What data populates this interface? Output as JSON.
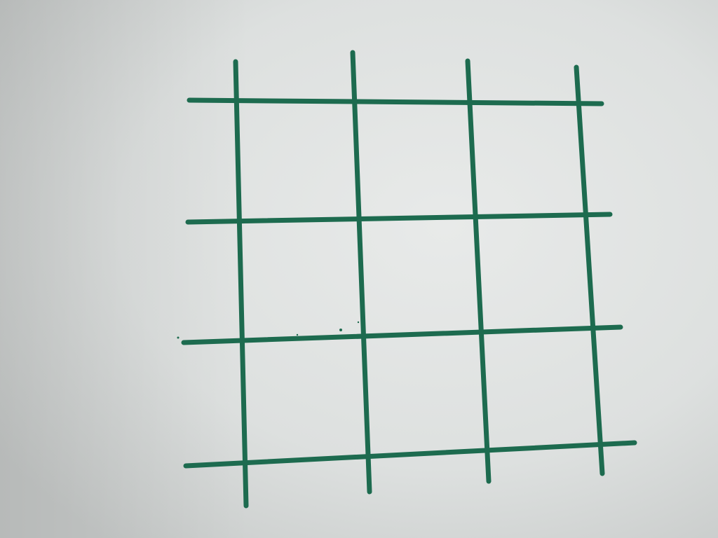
{
  "photo": {
    "subject": "hand-drawn-grid",
    "vertical_line_count": 4,
    "horizontal_line_count": 4,
    "ink_color": "#1d6b4f",
    "paper_color_light": "#e6e8e7",
    "paper_color_shadow": "#c9cccb"
  }
}
